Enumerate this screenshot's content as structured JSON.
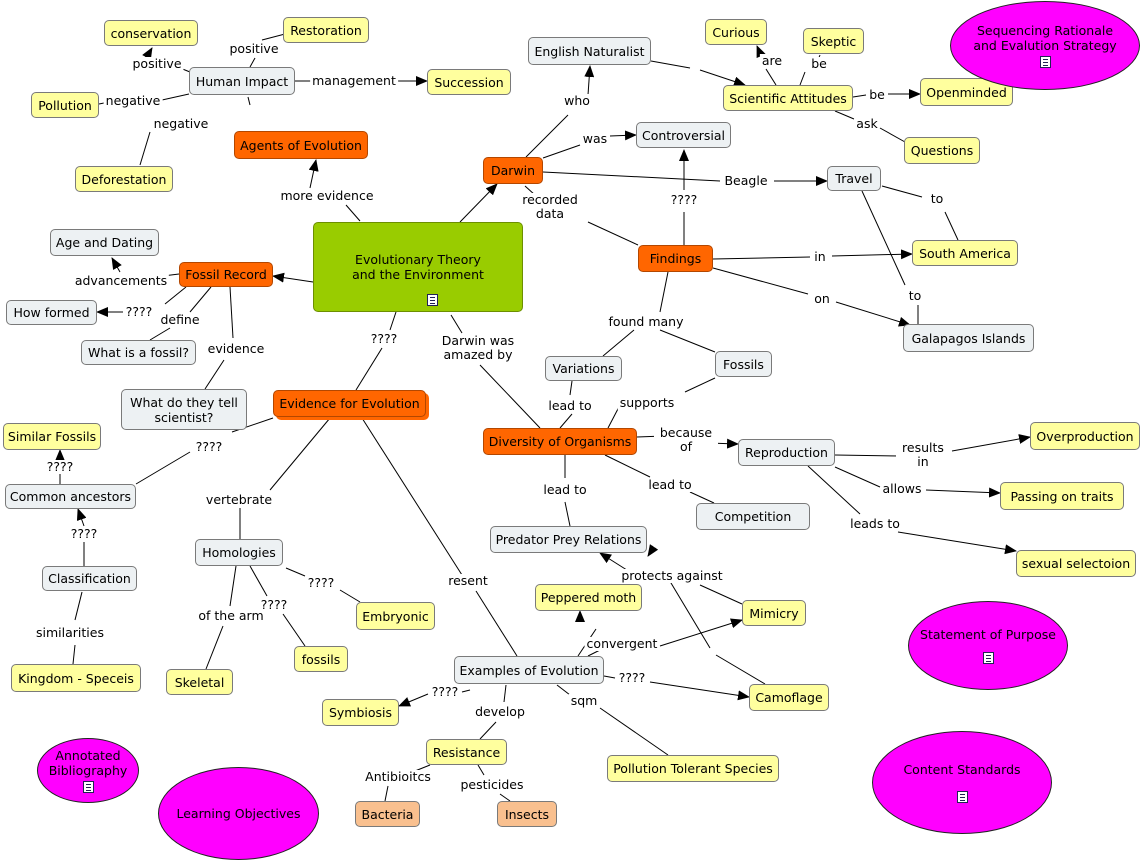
{
  "colors": {
    "concept": "#edf1f3",
    "highlight": "#ffff9e",
    "key": "#ff6600",
    "root": "#99cc00",
    "resource": "#ff00ff",
    "leaf": "#f9c08f"
  },
  "nodes": {
    "central": "Evolutionary Theory and the Environment",
    "conservation": "conservation",
    "restoration": "Restoration",
    "human_impact": "Human Impact",
    "succession": "Succession",
    "pollution": "Pollution",
    "agents": "Agents of Evolution",
    "deforestation": "Deforestation",
    "english_naturalist": "English Naturalist",
    "curious": "Curious",
    "skeptic": "Skeptic",
    "scientific_attitudes": "Scientific Attitudes",
    "openminded": "Openminded",
    "controversial": "Controversial",
    "questions": "Questions",
    "darwin": "Darwin",
    "travel": "Travel",
    "findings": "Findings",
    "south_america": "South America",
    "galapagos": "Galapagos Islands",
    "age_dating": "Age and Dating",
    "fossil_record": "Fossil Record",
    "how_formed": "How formed",
    "what_fossil": "What is a fossil?",
    "what_tell": "What do they tell scientist?",
    "variations": "Variations",
    "fossils_node": "Fossils",
    "evidence": "Evidence for Evolution",
    "similar_fossils": "Similar Fossils",
    "common_ancestors": "Common ancestors",
    "diversity": "Diversity of Organisms",
    "reproduction": "Reproduction",
    "overproduction": "Overproduction",
    "passing_traits": "Passing on traits",
    "competition": "Competition",
    "predator_prey": "Predator Prey Relations",
    "sexual_selection": "sexual selectoion",
    "homologies": "Homologies",
    "classification": "Classification",
    "embryonic": "Embryonic",
    "peppered_moth": "Peppered moth",
    "mimicry": "Mimicry",
    "fossils_small": "fossils",
    "kingdom": "Kingdom - Speceis",
    "skeletal": "Skeletal",
    "examples": "Examples of Evolution",
    "camoflage": "Camoflage",
    "symbiosis": "Symbiosis",
    "resistance": "Resistance",
    "pollution_tolerant": "Pollution Tolerant Species",
    "bacteria": "Bacteria",
    "insects": "Insects"
  },
  "resources": {
    "sequencing": "Sequencing Rationale and Evalution Strategy",
    "statement": "Statement of Purpose",
    "content_standards": "Content Standards",
    "annotated": "Annotated Bibliography",
    "learning": "Learning Objectives"
  },
  "links": {
    "positive_a": "positive",
    "positive_b": "positive",
    "management": "management",
    "negative_a": "negative",
    "negative_b": "negative",
    "more_evidence": "more evidence",
    "who": "who",
    "are": "are",
    "be_a": "be",
    "be_b": "be",
    "ask": "ask",
    "was": "was",
    "beagle": "Beagle",
    "recorded_data": "recorded data",
    "q_findings": "????",
    "to_a": "to",
    "to_b": "to",
    "in": "in",
    "on": "on",
    "advancements": "advancements",
    "q_how": "????",
    "define": "define",
    "evidence_lbl": "evidence",
    "found_many": "found many",
    "q_evidence": "????",
    "amazed": "Darwin was amazed by",
    "lead_to_a": "lead to",
    "supports": "supports",
    "because_of": "because of",
    "results_in": "results in",
    "allows": "allows",
    "leads_to": "leads to",
    "lead_to_b": "lead to",
    "lead_to_c": "lead to",
    "q_similar": "????",
    "q_common": "????",
    "q_class": "????",
    "vertebrate": "vertebrate",
    "similarities": "similarities",
    "q_embryo": "????",
    "q_fossils": "????",
    "of_the_arm": "of the arm",
    "resent": "resent",
    "protects_against": "protects against",
    "convergent": "convergent",
    "q_camo": "????",
    "q_symb": "????",
    "develop": "develop",
    "sqm": "sqm",
    "antibiotics": "Antibioitcs",
    "pesticides": "pesticides"
  }
}
